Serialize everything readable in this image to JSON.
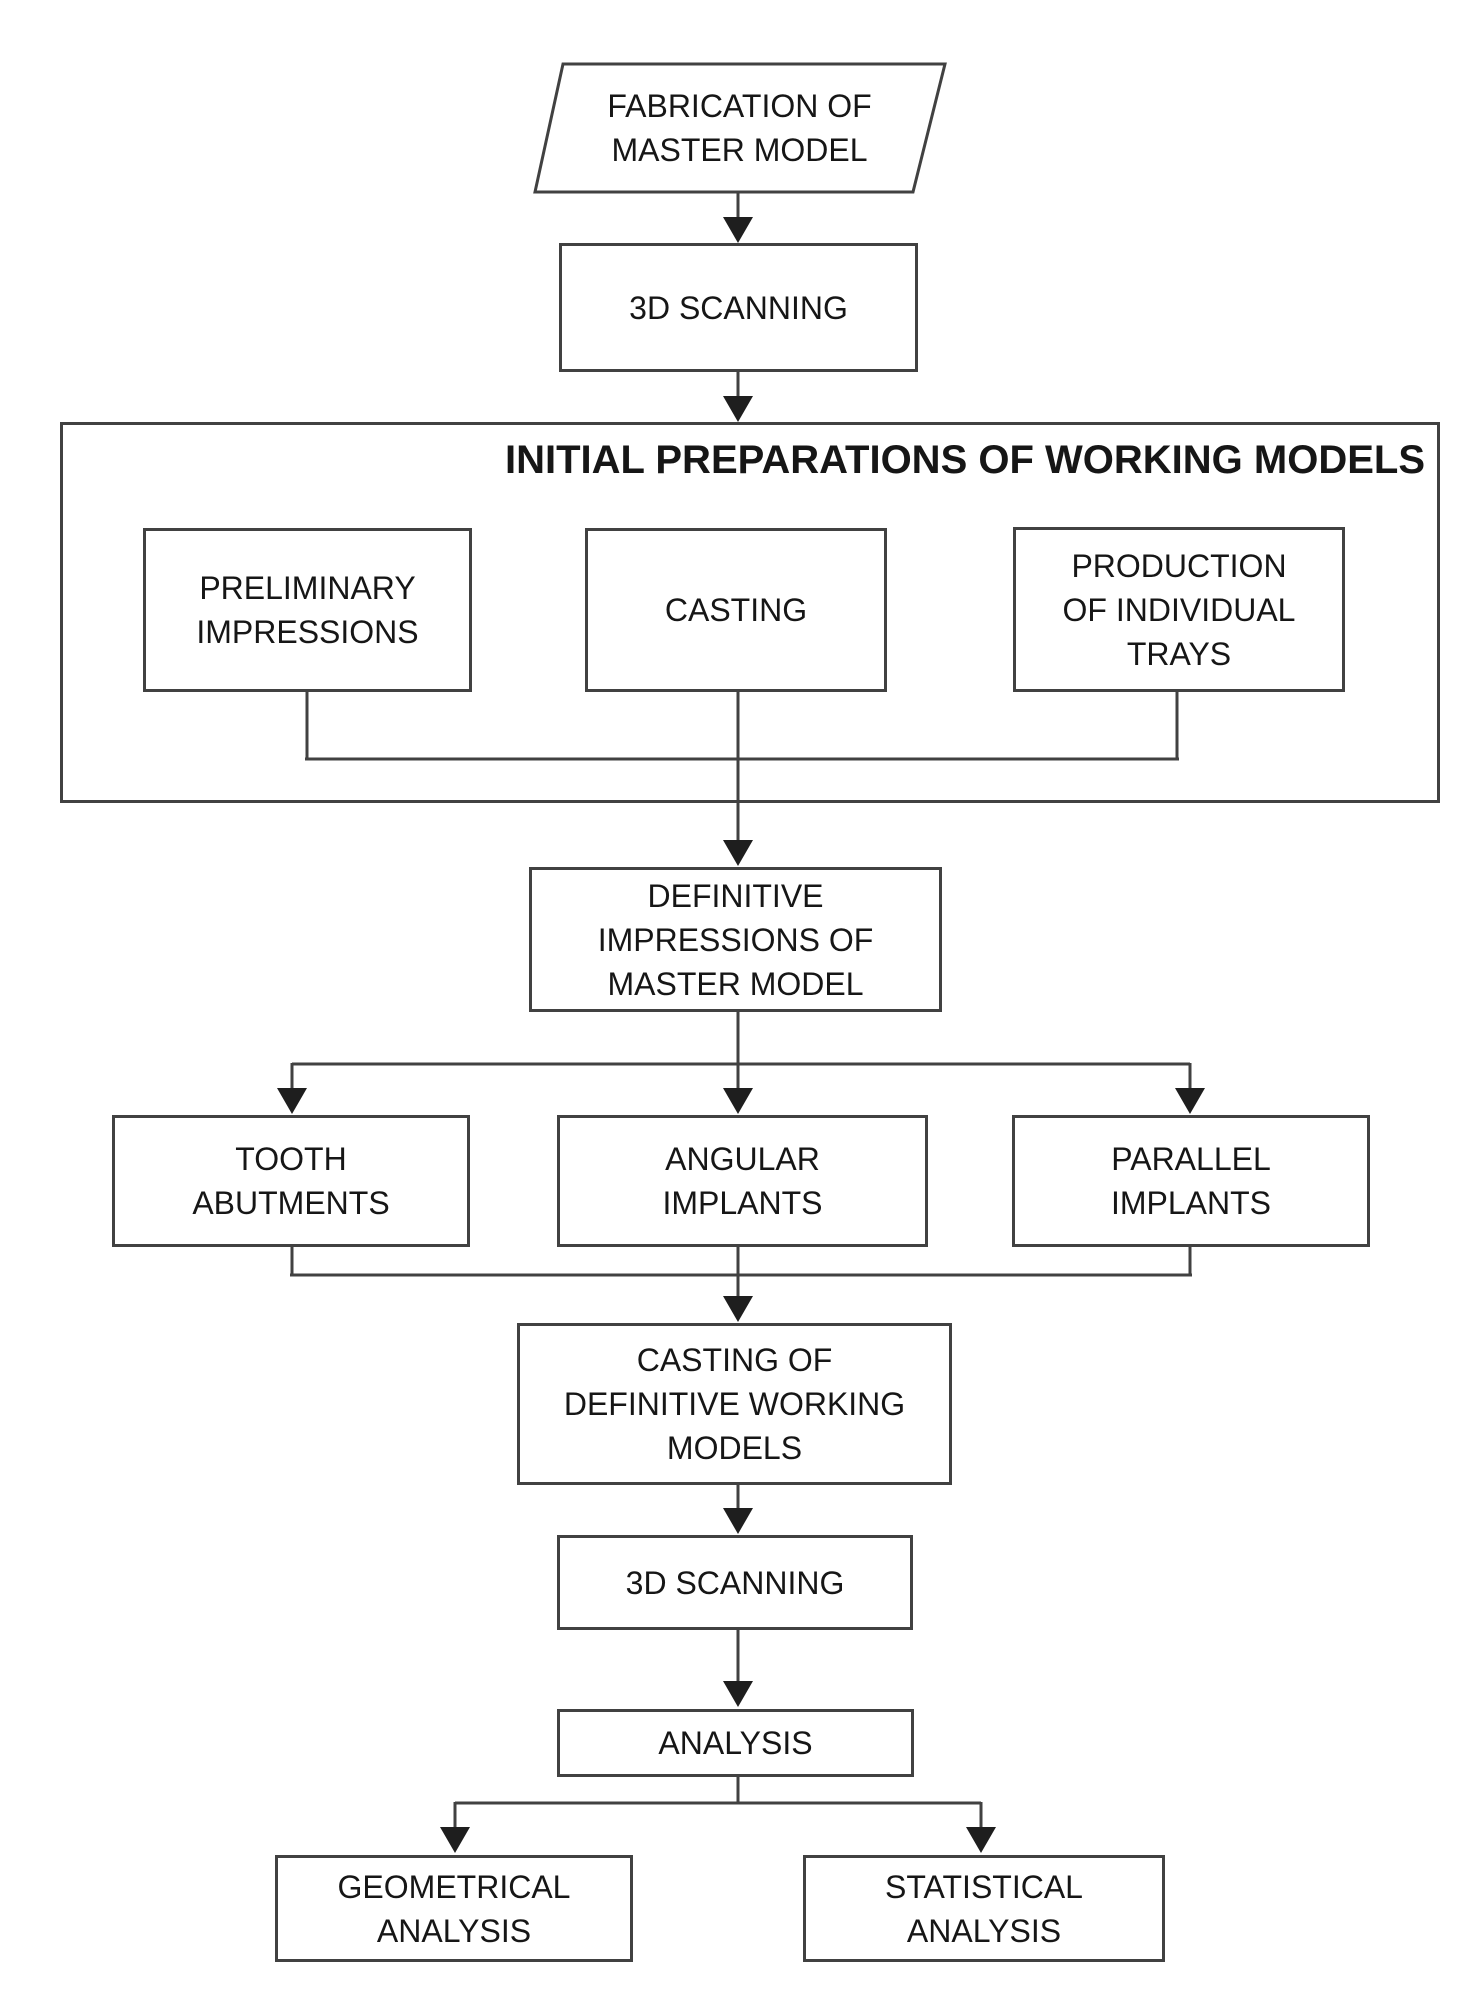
{
  "diagram": {
    "group_title": "INITIAL PREPARATIONS OF WORKING MODELS",
    "nodes": {
      "fabrication": {
        "label": "FABRICATION OF\nMASTER MODEL",
        "shape": "parallelogram"
      },
      "scan1": {
        "label": "3D SCANNING",
        "shape": "rectangle"
      },
      "preliminary": {
        "label": "PRELIMINARY\nIMPRESSIONS",
        "shape": "rectangle"
      },
      "casting": {
        "label": "CASTING",
        "shape": "rectangle"
      },
      "trays": {
        "label": "PRODUCTION\nOF INDIVIDUAL\nTRAYS",
        "shape": "rectangle"
      },
      "definitive": {
        "label": "DEFINITIVE\nIMPRESSIONS OF\nMASTER MODEL",
        "shape": "rectangle"
      },
      "tooth": {
        "label": "TOOTH\nABUTMENTS",
        "shape": "rectangle"
      },
      "angular": {
        "label": "ANGULAR\nIMPLANTS",
        "shape": "rectangle"
      },
      "parallel": {
        "label": "PARALLEL\nIMPLANTS",
        "shape": "rectangle"
      },
      "casting_def": {
        "label": "CASTING OF\nDEFINITIVE WORKING\nMODELS",
        "shape": "rectangle"
      },
      "scan2": {
        "label": "3D SCANNING",
        "shape": "rectangle"
      },
      "analysis": {
        "label": "ANALYSIS",
        "shape": "rectangle"
      },
      "geometrical": {
        "label": "GEOMETRICAL\nANALYSIS",
        "shape": "rectangle"
      },
      "statistical": {
        "label": "STATISTICAL\nANALYSIS",
        "shape": "rectangle"
      }
    },
    "edges": [
      "fabrication -> scan1",
      "scan1 -> initial-preparations-group",
      "preliminary -> definitive",
      "casting -> definitive",
      "trays -> definitive",
      "definitive -> tooth",
      "definitive -> angular",
      "definitive -> parallel",
      "tooth -> casting_def",
      "angular -> casting_def",
      "parallel -> casting_def",
      "casting_def -> scan2",
      "scan2 -> analysis",
      "analysis -> geometrical",
      "analysis -> statistical"
    ],
    "colors": {
      "line": "#414141",
      "arrowhead": "#1e1e1e",
      "text": "#161616",
      "background": "#ffffff"
    }
  }
}
